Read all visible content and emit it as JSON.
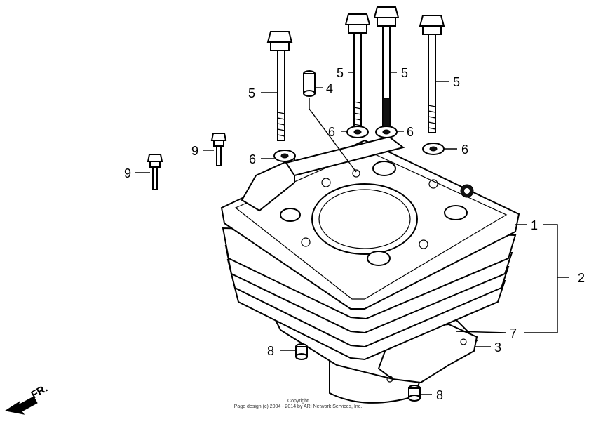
{
  "callouts": {
    "c1": "1",
    "c2": "2",
    "c3": "3",
    "c4": "4",
    "c5a": "5",
    "c5b": "5",
    "c5c": "5",
    "c5d": "5",
    "c6a": "6",
    "c6b": "6",
    "c6c": "6",
    "c6d": "6",
    "c7": "7",
    "c8a": "8",
    "c8b": "8",
    "c9a": "9",
    "c9b": "9"
  },
  "front_indicator": "FR.",
  "footer": {
    "line1": "Copyright",
    "line2": "Page design (c) 2004 - 2014 by ARI Network Services, Inc."
  }
}
